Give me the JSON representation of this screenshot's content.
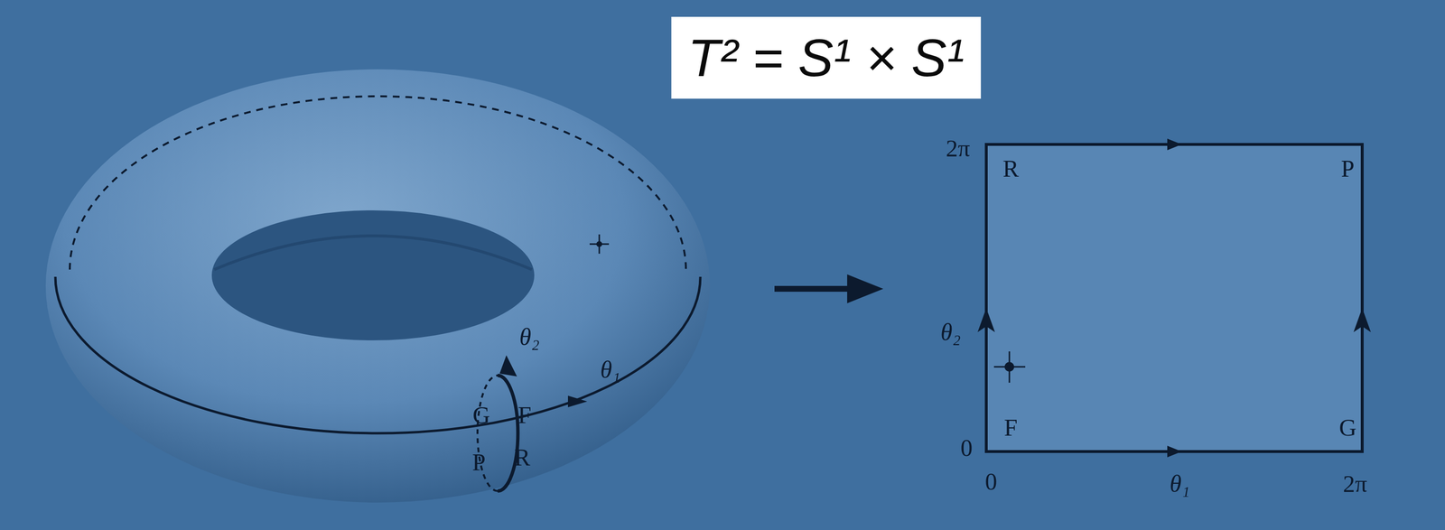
{
  "diagram": {
    "title": "T² = S¹ × S¹",
    "labels": [
      "θ₂",
      "θ₁",
      "G",
      "F",
      "P",
      "R",
      "2π",
      "R",
      "P",
      "θ₂",
      "0",
      "F",
      "G",
      "0",
      "θ₁",
      "2π"
    ]
  }
}
